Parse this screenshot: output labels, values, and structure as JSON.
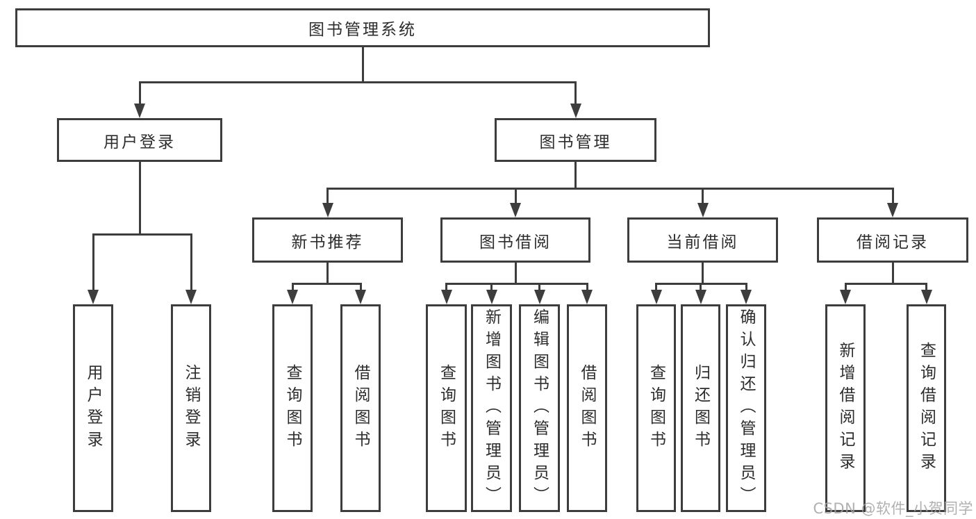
{
  "diagram": {
    "title": "图书管理系统",
    "nodes": [
      {
        "id": "root",
        "label": "图书管理系统",
        "orientation": "horizontal"
      },
      {
        "id": "user-login-branch",
        "label": "用户登录",
        "orientation": "horizontal"
      },
      {
        "id": "book-management",
        "label": "图书管理",
        "orientation": "horizontal"
      },
      {
        "id": "new-book-recommend",
        "label": "新书推荐",
        "orientation": "horizontal"
      },
      {
        "id": "book-borrowing",
        "label": "图书借阅",
        "orientation": "horizontal"
      },
      {
        "id": "current-borrowing",
        "label": "当前借阅",
        "orientation": "horizontal"
      },
      {
        "id": "borrowing-records",
        "label": "借阅记录",
        "orientation": "horizontal"
      },
      {
        "id": "user-login-leaf",
        "label": "用户登录",
        "orientation": "vertical"
      },
      {
        "id": "logout-leaf",
        "label": "注销登录",
        "orientation": "vertical"
      },
      {
        "id": "query-books-recommend",
        "label": "查询图书",
        "orientation": "vertical"
      },
      {
        "id": "borrow-books-recommend",
        "label": "借阅图书",
        "orientation": "vertical"
      },
      {
        "id": "query-books-borrowing",
        "label": "查询图书",
        "orientation": "vertical"
      },
      {
        "id": "add-books-admin",
        "label": "新增图书（管理员）",
        "orientation": "vertical"
      },
      {
        "id": "edit-books-admin",
        "label": "编辑图书（管理员）",
        "orientation": "vertical"
      },
      {
        "id": "borrow-books-borrowing",
        "label": "借阅图书",
        "orientation": "vertical"
      },
      {
        "id": "query-books-current",
        "label": "查询图书",
        "orientation": "vertical"
      },
      {
        "id": "return-books",
        "label": "归还图书",
        "orientation": "vertical"
      },
      {
        "id": "confirm-return-admin",
        "label": "确认归还（管理员）",
        "orientation": "vertical"
      },
      {
        "id": "add-borrow-record",
        "label": "新增借阅记录",
        "orientation": "vertical"
      },
      {
        "id": "query-borrow-record",
        "label": "查询借阅记录",
        "orientation": "vertical"
      }
    ],
    "edges": [
      {
        "from": "root",
        "to": [
          "user-login-branch",
          "book-management"
        ]
      },
      {
        "from": "user-login-branch",
        "to": [
          "user-login-leaf",
          "logout-leaf"
        ]
      },
      {
        "from": "book-management",
        "to": [
          "new-book-recommend",
          "book-borrowing",
          "current-borrowing",
          "borrowing-records"
        ]
      },
      {
        "from": "new-book-recommend",
        "to": [
          "query-books-recommend",
          "borrow-books-recommend"
        ]
      },
      {
        "from": "book-borrowing",
        "to": [
          "query-books-borrowing",
          "add-books-admin",
          "edit-books-admin",
          "borrow-books-borrowing"
        ]
      },
      {
        "from": "current-borrowing",
        "to": [
          "query-books-current",
          "return-books",
          "confirm-return-admin"
        ]
      },
      {
        "from": "borrowing-records",
        "to": [
          "add-borrow-record",
          "query-borrow-record"
        ]
      }
    ]
  },
  "watermark": {
    "text": "CSDN @软件_小贺同学"
  },
  "colors": {
    "line": "#3d3d3d",
    "text": "#2d2d2d",
    "watermark": "#a3a3a3",
    "background": "#ffffff"
  }
}
